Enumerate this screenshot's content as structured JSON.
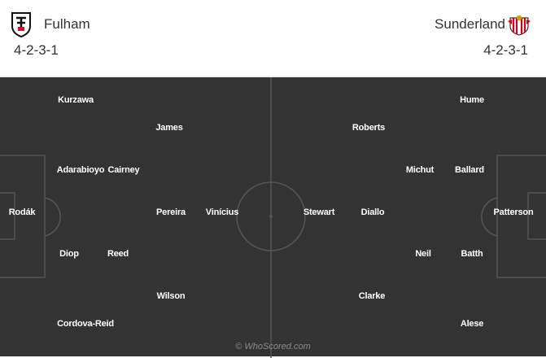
{
  "home": {
    "name": "Fulham",
    "formation": "4-2-3-1",
    "crest": "fulham-crest-icon",
    "players": [
      "Kurzawa",
      "James",
      "Adarabioyo",
      "Cairney",
      "Rodák",
      "Pereira",
      "Vinícius",
      "Diop",
      "Reed",
      "Wilson",
      "Cordova-Reid"
    ]
  },
  "away": {
    "name": "Sunderland",
    "formation": "4-2-3-1",
    "crest": "sunderland-crest-icon",
    "players": [
      "Hume",
      "Roberts",
      "Michut",
      "Ballard",
      "Stewart",
      "Diallo",
      "Patterson",
      "Neil",
      "Batth",
      "Clarke",
      "Alese"
    ]
  },
  "watermark": "© WhoScored.com",
  "colors": {
    "pitch": "#333333",
    "lines": "#555555",
    "text": "#ffffff"
  }
}
